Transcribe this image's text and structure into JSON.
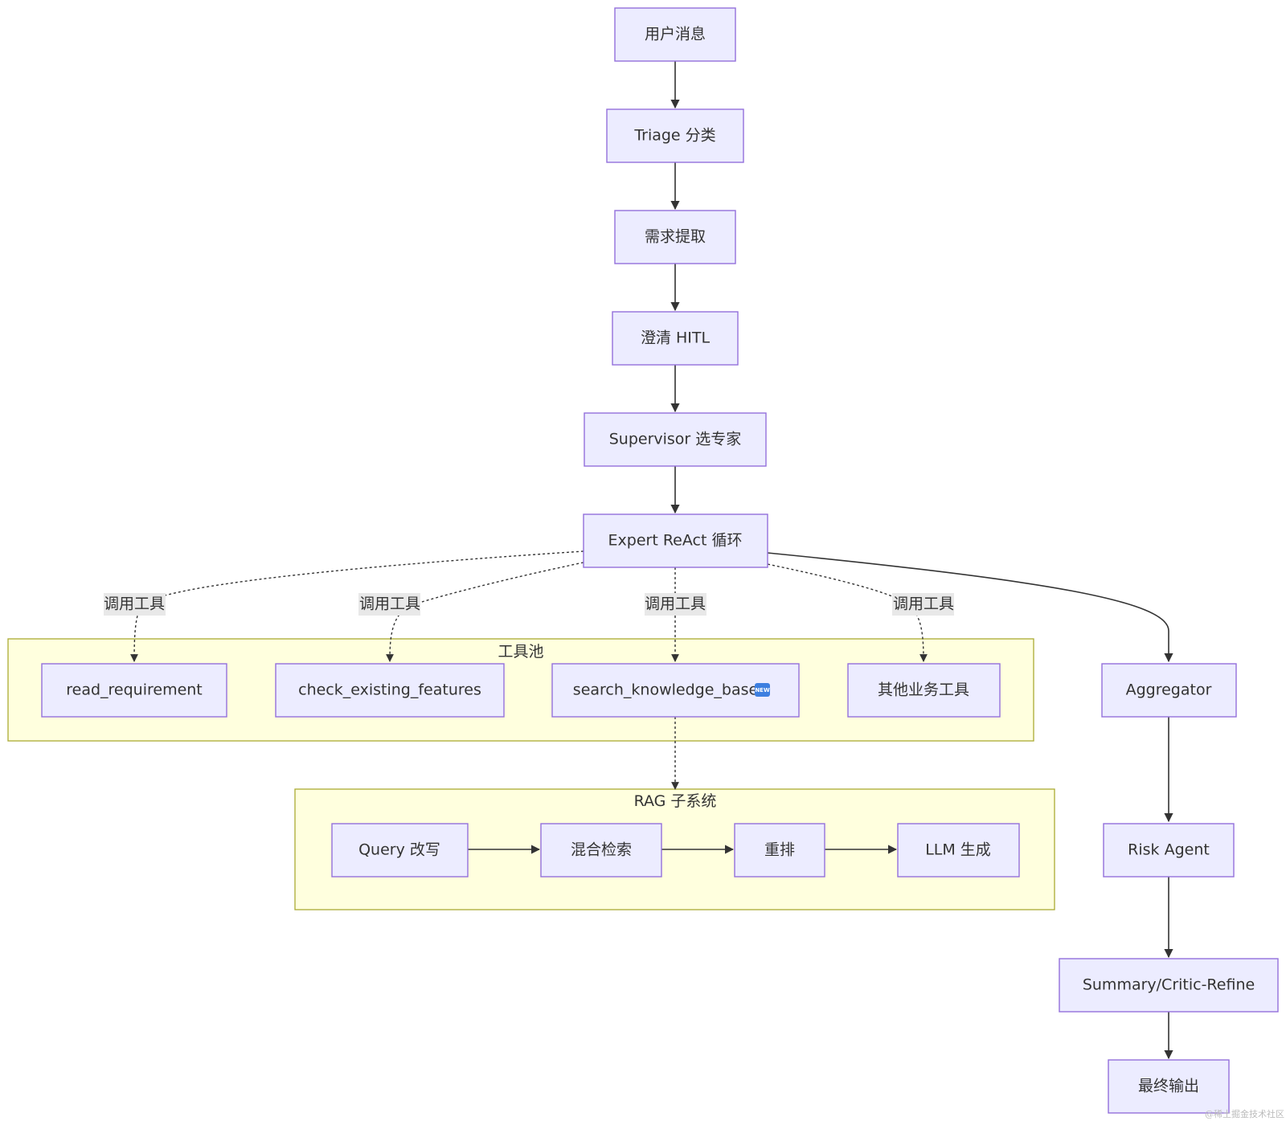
{
  "nodes": {
    "user_msg": "用户消息",
    "triage": "Triage 分类",
    "extract": "需求提取",
    "clarify": "澄清 HITL",
    "supervisor": "Supervisor 选专家",
    "expert": "Expert ReAct 循环",
    "read_req": "read_requirement",
    "check_feat": "check_existing_features",
    "search_kb": "search_knowledge_base",
    "other_tools": "其他业务工具",
    "aggregator": "Aggregator",
    "risk": "Risk Agent",
    "summary": "Summary/Critic-Refine",
    "final": "最终输出",
    "query_rewrite": "Query 改写",
    "hybrid_search": "混合检索",
    "rerank": "重排",
    "llm_gen": "LLM 生成"
  },
  "badges": {
    "new": "NEW"
  },
  "clusters": {
    "tool_pool": "工具池",
    "rag": "RAG 子系统"
  },
  "edge_labels": {
    "call_tool_1": "调用工具",
    "call_tool_2": "调用工具",
    "call_tool_3": "调用工具",
    "call_tool_4": "调用工具"
  },
  "watermark": "@稀土掘金技术社区",
  "colors": {
    "node_fill": "#ececff",
    "node_stroke": "#9370db",
    "cluster_fill": "#ffffde",
    "cluster_stroke": "#aaaa33",
    "edge": "#333333"
  }
}
